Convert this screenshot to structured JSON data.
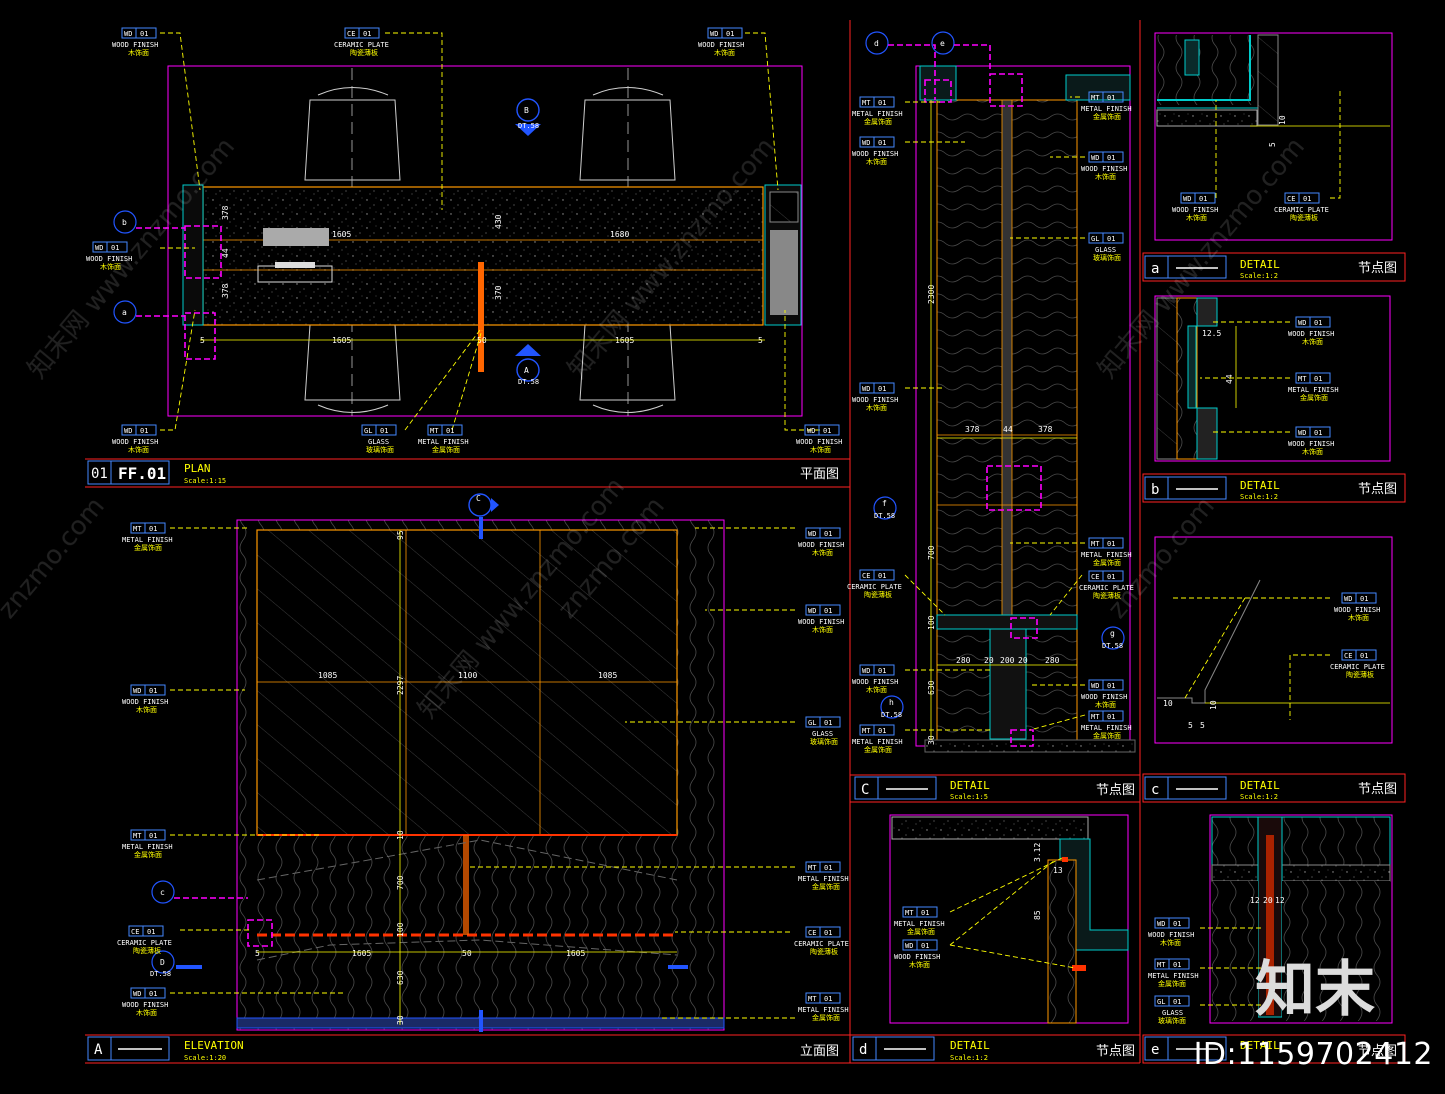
{
  "colors": {
    "background": "#000000",
    "frame": "#ff2222",
    "magenta": "#ff00ff",
    "yellow": "#ffff00",
    "orange": "#ff9900",
    "cyan": "#00ffff",
    "blue": "#2255ff",
    "white": "#ffffff"
  },
  "plan": {
    "tag_no": "01",
    "tag_code": "FF.01",
    "title": "PLAN",
    "scale": "Scale:1:15",
    "cn": "平面图",
    "dims_top": [
      "1605",
      "1680"
    ],
    "dims_bottom": [
      "1605",
      "50",
      "1605"
    ],
    "dims_side": [
      "378",
      "44",
      "378"
    ],
    "dim_mid": "430",
    "dim_mid2": "370",
    "dim_edge": "5",
    "markers": [
      "B",
      "A",
      "b",
      "a"
    ],
    "dt": "DT.58"
  },
  "elevation": {
    "tag_no": "A",
    "title": "ELEVATION",
    "scale": "Scale:1:20",
    "cn": "立面图",
    "dims_mid": [
      "1085",
      "1100",
      "1085"
    ],
    "dims_low": [
      "1605",
      "50",
      "1605"
    ],
    "dims_v": [
      "2297",
      "700",
      "630",
      "100",
      "95",
      "10",
      "30",
      "5"
    ],
    "markers": [
      "C",
      "c",
      "D"
    ],
    "dt": "DT.58"
  },
  "detailC": {
    "tag_no": "C",
    "title": "DETAIL",
    "scale": "Scale:1:5",
    "cn": "节点图",
    "dims": [
      "2300",
      "378",
      "44",
      "378",
      "700",
      "280",
      "20",
      "200",
      "20",
      "280",
      "630",
      "100",
      "30"
    ],
    "markers": [
      "d",
      "e",
      "f",
      "g",
      "h"
    ],
    "dt": "DT.58"
  },
  "detail_a": {
    "tag_no": "a",
    "title": "DETAIL",
    "scale": "Scale:1:2",
    "cn": "节点图",
    "dims": [
      "10",
      "5"
    ]
  },
  "detail_b": {
    "tag_no": "b",
    "title": "DETAIL",
    "scale": "Scale:1:2",
    "cn": "节点图",
    "dims": [
      "12.5",
      "44"
    ]
  },
  "detail_c": {
    "tag_no": "c",
    "title": "DETAIL",
    "scale": "Scale:1:2",
    "cn": "节点图",
    "dims": [
      "10",
      "5",
      "5",
      "10"
    ]
  },
  "detail_d": {
    "tag_no": "d",
    "title": "DETAIL",
    "scale": "Scale:1:2",
    "cn": "节点图",
    "dims": [
      "3.12",
      "13",
      "85"
    ]
  },
  "detail_e": {
    "tag_no": "e",
    "title": "DETAIL",
    "cn": "节点图",
    "dims": [
      "12",
      "20",
      "12"
    ]
  },
  "materials": {
    "wd": {
      "code": "WD",
      "num": "01",
      "en": "WOOD FINISH",
      "cn": "木饰面"
    },
    "ce": {
      "code": "CE",
      "num": "01",
      "en": "CERAMIC PLATE",
      "cn": "陶瓷薄板"
    },
    "mt": {
      "code": "MT",
      "num": "01",
      "en": "METAL FINISH",
      "cn": "金属饰面"
    },
    "gl": {
      "code": "GL",
      "num": "01",
      "en": "GLASS",
      "cn": "玻璃饰面"
    }
  },
  "watermarks": {
    "site": "znzmo.com",
    "cn": "知末网 www.znzmo.com"
  },
  "brand": "知末",
  "image_id": "ID:1159702412"
}
